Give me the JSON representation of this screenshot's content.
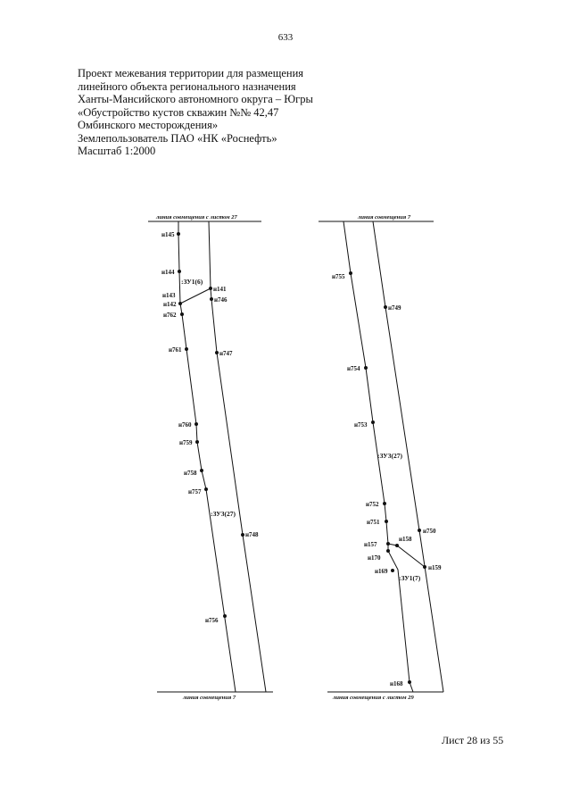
{
  "page_number": "633",
  "header": {
    "lines": [
      "Проект межевания территории для размещения",
      "линейного объекта регионального назначения",
      "Ханты-Мансийского автономного округа – Югры",
      "«Обустройство кустов скважин №№ 42,47",
      "Омбинского месторождения»",
      "Землепользователь ПАО «НК «Роснефть»",
      "Масштаб 1:2000"
    ]
  },
  "drawing_left": {
    "top_caption": "линия совмещения с листом 27",
    "bottom_caption": "линия совмещения 7",
    "zones": [
      ":ЗУ1(6)",
      ":ЗУ3(27)"
    ],
    "points": [
      "н145",
      "н144",
      "н143",
      "н142",
      "н762",
      "н141",
      "н746",
      "н761",
      "н747",
      "н760",
      "н759",
      "н758",
      "н757",
      "н748",
      "н756"
    ]
  },
  "drawing_right": {
    "top_caption": "линия совмещения 7",
    "bottom_caption": "линия совмещения с листом 29",
    "zones": [
      ":ЗУ3(27)",
      ":ЗУ1(7)"
    ],
    "points": [
      "н755",
      "н749",
      "н754",
      "н753",
      "н752",
      "н751",
      "н750",
      "н157",
      "н158",
      "н170",
      "н159",
      "н169",
      "н168"
    ]
  },
  "sheet_number": "Лист 28 из 55"
}
